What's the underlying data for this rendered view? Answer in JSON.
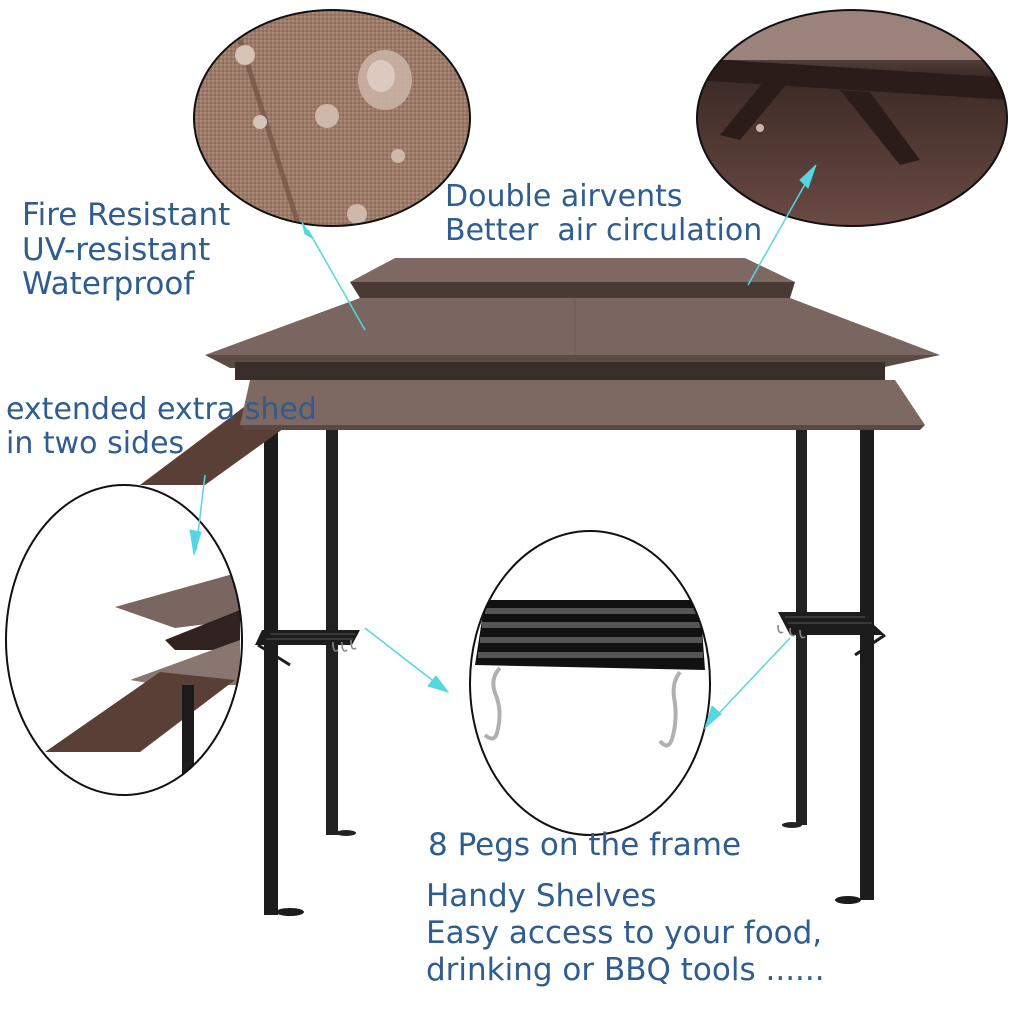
{
  "features": {
    "materials": {
      "lines": [
        "Fire Resistant",
        "UV-resistant",
        "Waterproof"
      ]
    },
    "vents": {
      "lines": [
        "Double airvents",
        "Better  air circulation"
      ]
    },
    "shed": {
      "lines": [
        "extended extra shed",
        "in two sides"
      ]
    },
    "pegs": {
      "label": "8 Pegs on the frame"
    },
    "shelves": {
      "lines": [
        "Handy Shelves",
        "Easy access to your food,",
        "drinking or BBQ tools ......"
      ]
    }
  },
  "colors": {
    "text": "#2f5d8f",
    "canopy": "#7a6660",
    "canopy_dark": "#4a3a36",
    "frame": "#1c1c1c",
    "arrow": "#55d6e0",
    "fabric_detail": "#a07e6c"
  },
  "callouts": [
    {
      "name": "fabric-closeup",
      "subject": "water droplets on fabric"
    },
    {
      "name": "airvent-closeup",
      "subject": "vent frame detail"
    },
    {
      "name": "side-shed-closeup",
      "subject": "extended side shed"
    },
    {
      "name": "shelf-closeup",
      "subject": "shelf with hooks"
    }
  ]
}
